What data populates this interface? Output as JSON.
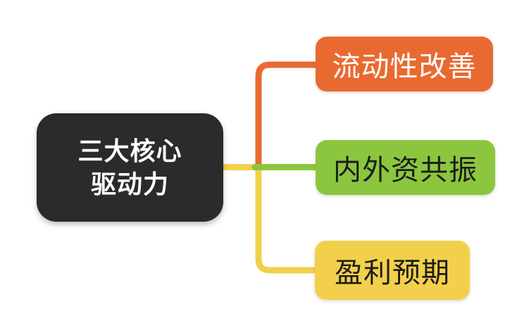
{
  "diagram": {
    "type": "mindmap",
    "background_color": "#FFFFFF",
    "central": {
      "label": "三大核心驱动力",
      "line1": "三大核心",
      "line2": "驱动力",
      "bg_color": "#2B2B2D",
      "text_color": "#FFFFFF"
    },
    "branches": [
      {
        "label": "流动性改善",
        "bg_color": "#E96A31",
        "text_color": "#FFFFFF",
        "line_color": "#E96A31"
      },
      {
        "label": "内外资共振",
        "bg_color": "#8CC63E",
        "text_color": "#1C1C1C",
        "line_color": "#8CC63E"
      },
      {
        "label": "盈利预期",
        "bg_color": "#F2D04B",
        "text_color": "#1C1C1C",
        "line_color": "#F2D04B"
      }
    ]
  }
}
